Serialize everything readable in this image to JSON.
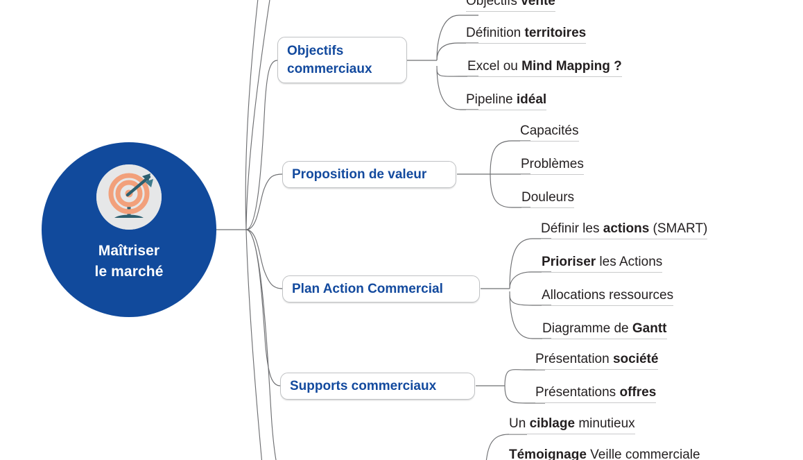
{
  "diagram": {
    "type": "mind-map",
    "title": "Maîtriser le marché",
    "colors": {
      "root_fill": "#114A9C",
      "root_text": "#FFFFFF",
      "branch_text": "#134A9E",
      "branch_border": "#BFC1C3",
      "leaf_text": "#231F20",
      "leaf_underline": "#C9CACB",
      "connector": "#6E6F72",
      "icon_ring": "#F2A07B",
      "icon_arrow": "#2C5F6F",
      "icon_disc": "#E6E7E8"
    }
  },
  "root": {
    "line1": "Maîtriser",
    "line2": "le marché",
    "icon": "target-arrow-icon"
  },
  "branches": [
    {
      "id": "objectifs-commerciaux",
      "label_line1": "Objectifs",
      "label_line2": "commerciaux",
      "label_full": "Objectifs commerciaux",
      "children": [
        {
          "id": "objectifs-vente",
          "pre": "Objectifs ",
          "strong": "vente",
          "post": "",
          "clipped": true
        },
        {
          "id": "definition-territoires",
          "pre": "Définition ",
          "strong": "territoires",
          "post": ""
        },
        {
          "id": "excel-ou-mind-mapping",
          "pre": "Excel ou ",
          "strong": "Mind Mapping ?",
          "post": ""
        },
        {
          "id": "pipeline-ideal",
          "pre": "Pipeline ",
          "strong": "idéal",
          "post": ""
        }
      ]
    },
    {
      "id": "proposition-de-valeur",
      "label_line1": "Proposition de valeur",
      "label_line2": "",
      "label_full": "Proposition de valeur",
      "children": [
        {
          "id": "capacites",
          "pre": "Capacités",
          "strong": "",
          "post": ""
        },
        {
          "id": "problemes",
          "pre": "Problèmes",
          "strong": "",
          "post": ""
        },
        {
          "id": "douleurs",
          "pre": "Douleurs",
          "strong": "",
          "post": ""
        }
      ]
    },
    {
      "id": "plan-action-commercial",
      "label_line1": "Plan Action Commercial",
      "label_line2": "",
      "label_full": "Plan Action Commercial",
      "children": [
        {
          "id": "definir-les-actions",
          "pre": "Définir les ",
          "strong": "actions",
          "post": " (SMART)"
        },
        {
          "id": "prioriser-les-actions",
          "pre": "",
          "strong": "Prioriser",
          "post": " les Actions"
        },
        {
          "id": "allocations-ressources",
          "pre": "Allocations ressources",
          "strong": "",
          "post": ""
        },
        {
          "id": "diagramme-de-gantt",
          "pre": "Diagramme de ",
          "strong": "Gantt",
          "post": ""
        }
      ]
    },
    {
      "id": "supports-commerciaux",
      "label_line1": "Supports commerciaux",
      "label_line2": "",
      "label_full": "Supports commerciaux",
      "children": [
        {
          "id": "presentation-societe",
          "pre": "Présentation ",
          "strong": "société",
          "post": ""
        },
        {
          "id": "presentations-offres",
          "pre": "Présentations ",
          "strong": "offres",
          "post": ""
        }
      ]
    },
    {
      "id": "branche-inferieure-coupee",
      "label_line1": "",
      "label_line2": "",
      "label_full": "",
      "children": [
        {
          "id": "un-ciblage-minutieux",
          "pre": "Un ",
          "strong": "ciblage",
          "post": " minutieux"
        },
        {
          "id": "temoignage-veille-commerciale",
          "pre": "",
          "strong": "Témoignage",
          "post": " Veille commerciale",
          "clipped": true
        }
      ]
    }
  ]
}
